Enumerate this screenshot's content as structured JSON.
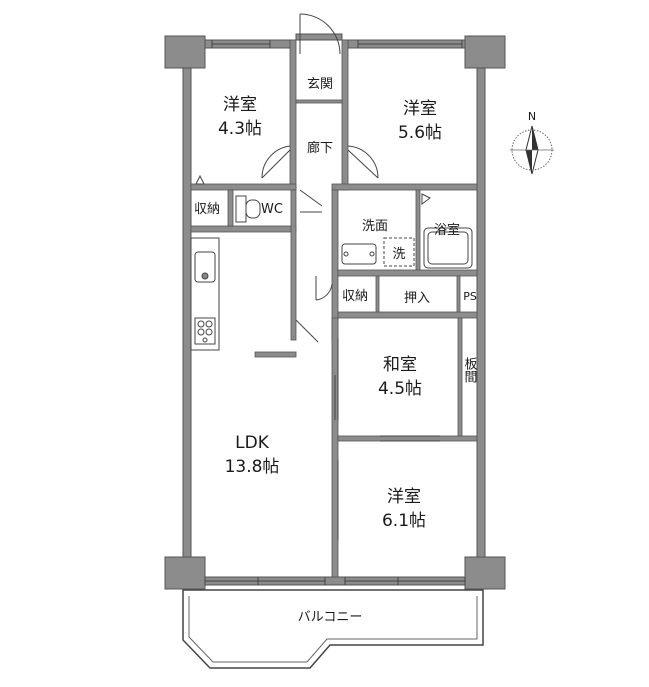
{
  "rooms": {
    "western1": {
      "name": "洋室",
      "size": "4.3帖"
    },
    "western2": {
      "name": "洋室",
      "size": "5.6帖"
    },
    "japanese": {
      "name": "和室",
      "size": "4.5帖"
    },
    "western3": {
      "name": "洋室",
      "size": "6.1帖"
    },
    "ldk": {
      "name": "LDK",
      "size": "13.8帖"
    }
  },
  "labels": {
    "entrance": "玄関",
    "hallway": "廊下",
    "storage_left": "収納",
    "wc": "WC",
    "washroom": "洗面",
    "washer": "洗",
    "bathroom": "浴室",
    "storage_mid": "収納",
    "closet": "押入",
    "ps": "PS",
    "board_floor": "板間",
    "balcony": "バルコニー"
  },
  "compass": {
    "north_label": "N"
  },
  "colors": {
    "wall": "#8c8c8c",
    "wall_outline": "#555555",
    "floor": "#ffffff",
    "line": "#444444"
  }
}
